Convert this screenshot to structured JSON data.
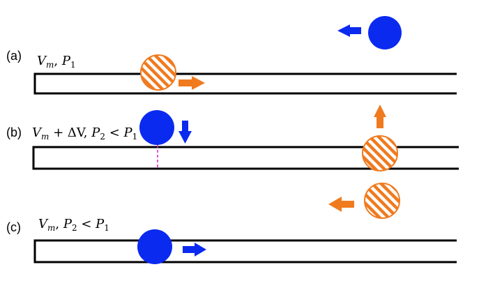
{
  "colors": {
    "blue_particle": "#0b2af0",
    "orange_particle": "#f07a1e",
    "track": "#000000",
    "marker": "#e020c0"
  },
  "panels": [
    {
      "letter": "(a)",
      "v": "V",
      "v_sub": "m",
      "delta": "",
      "p_a": "P",
      "p_a_sub": "1",
      "lt": "",
      "p_b": "",
      "p_b_sub": ""
    },
    {
      "letter": "(b)",
      "v": "V",
      "v_sub": "m",
      "delta": " + ΔV",
      "p_a": "P",
      "p_a_sub": "2",
      "lt": " < ",
      "p_b": "P",
      "p_b_sub": "1"
    },
    {
      "letter": "(c)",
      "v": "V",
      "v_sub": "m",
      "delta": "",
      "p_a": "P",
      "p_a_sub": "2",
      "lt": " < ",
      "p_b": "P",
      "p_b_sub": "1"
    }
  ],
  "icons": {
    "blue": "blue-particle-icon",
    "orange": "orange-hatched-particle-icon",
    "arrow": "arrow-icon"
  }
}
